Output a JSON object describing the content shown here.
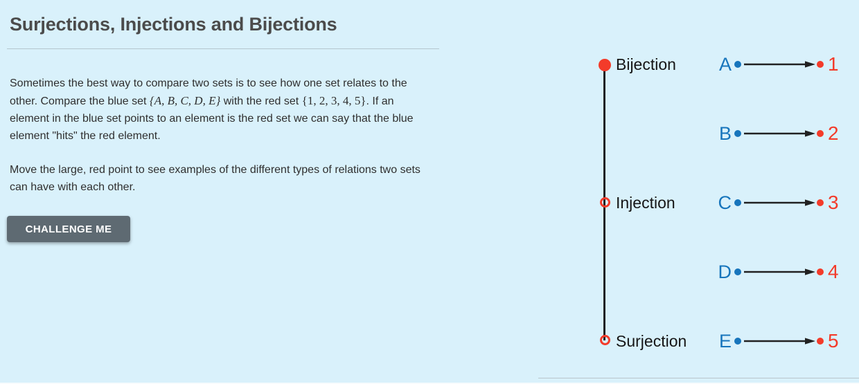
{
  "page": {
    "title": "Surjections, Injections and Bijections",
    "paragraph1": {
      "part1": "Sometimes the best way to compare two sets is to see how one set relates to the other. Compare the blue set ",
      "blue_set": "{A, B, C, D, E}",
      "part2": " with the red set ",
      "red_set": "{1, 2, 3, 4, 5}",
      "part3": ". If an element in the blue set points to an element is the red set we can say that the blue element \"hits\" the red element."
    },
    "paragraph2": "Move the large, red point to see examples of the different types of relations two sets can have with each other.",
    "challenge_button_label": "CHALLENGE ME"
  },
  "slider": {
    "labels": [
      {
        "label": "Bijection",
        "point_style": "filled-red-dot"
      },
      {
        "label": "Injection",
        "point_style": "open-red-ring"
      },
      {
        "label": "Surjection",
        "point_style": "open-red-ring"
      }
    ],
    "handle": "large-red-point"
  },
  "mapping": {
    "rows": [
      {
        "from": "A",
        "to": "1"
      },
      {
        "from": "B",
        "to": "2"
      },
      {
        "from": "C",
        "to": "3"
      },
      {
        "from": "D",
        "to": "4"
      },
      {
        "from": "E",
        "to": "5"
      }
    ]
  },
  "colors": {
    "background": "#d9f1fb",
    "blue_set": "#1775bc",
    "red_set": "#f33b2a",
    "line_black": "#212121",
    "button": "#5e6a72",
    "title_text": "#4b4b4b"
  }
}
